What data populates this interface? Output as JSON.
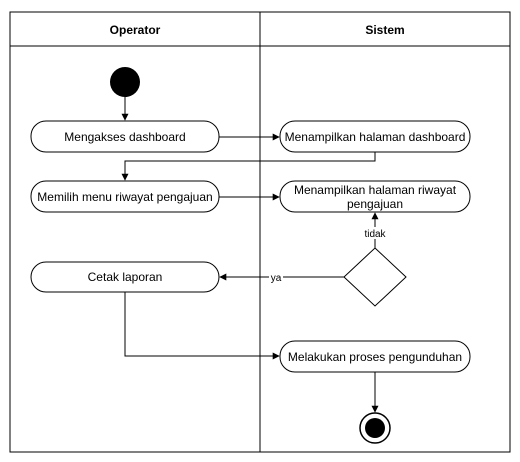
{
  "swimlanes": {
    "operator": {
      "title": "Operator"
    },
    "sistem": {
      "title": "Sistem"
    }
  },
  "nodes": {
    "akses_dashboard": {
      "label": "Mengakses dashboard"
    },
    "tampil_dashboard": {
      "label": "Menampilkan halaman dashboard"
    },
    "pilih_menu": {
      "label": "Memilih menu riwayat pengajuan"
    },
    "tampil_riwayat": {
      "line1": "Menampilkan halaman riwayat",
      "line2": "pengajuan"
    },
    "cetak_laporan": {
      "label": "Cetak laporan"
    },
    "proses_unduh": {
      "label": "Melakukan proses pengunduhan"
    }
  },
  "edges": {
    "tidak": {
      "label": "tidak"
    },
    "ya": {
      "label": "ya"
    }
  },
  "colors": {
    "stroke": "#000000",
    "fill": "#ffffff",
    "node": "#000000"
  }
}
